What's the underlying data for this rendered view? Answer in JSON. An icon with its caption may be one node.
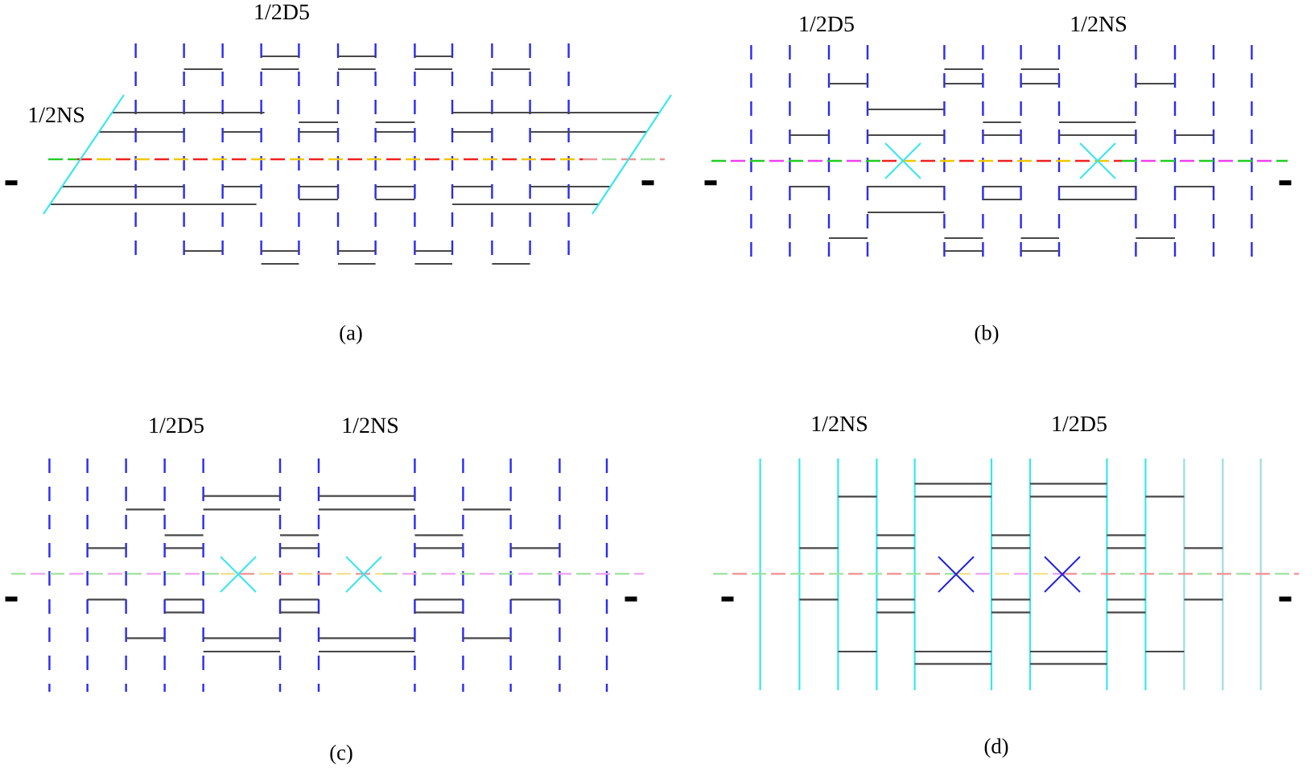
{
  "diagram": {
    "labels": [
      "1/2D5",
      "1/2D5",
      "1/2NS",
      "1/2NS",
      "−",
      "−",
      "−",
      "−",
      "(a)",
      "(b)",
      "1/2D5",
      "1/2NS",
      "1/2NS",
      "1/2D5",
      "−",
      "−",
      "−",
      "−",
      "(c)",
      "(d)"
    ]
  }
}
